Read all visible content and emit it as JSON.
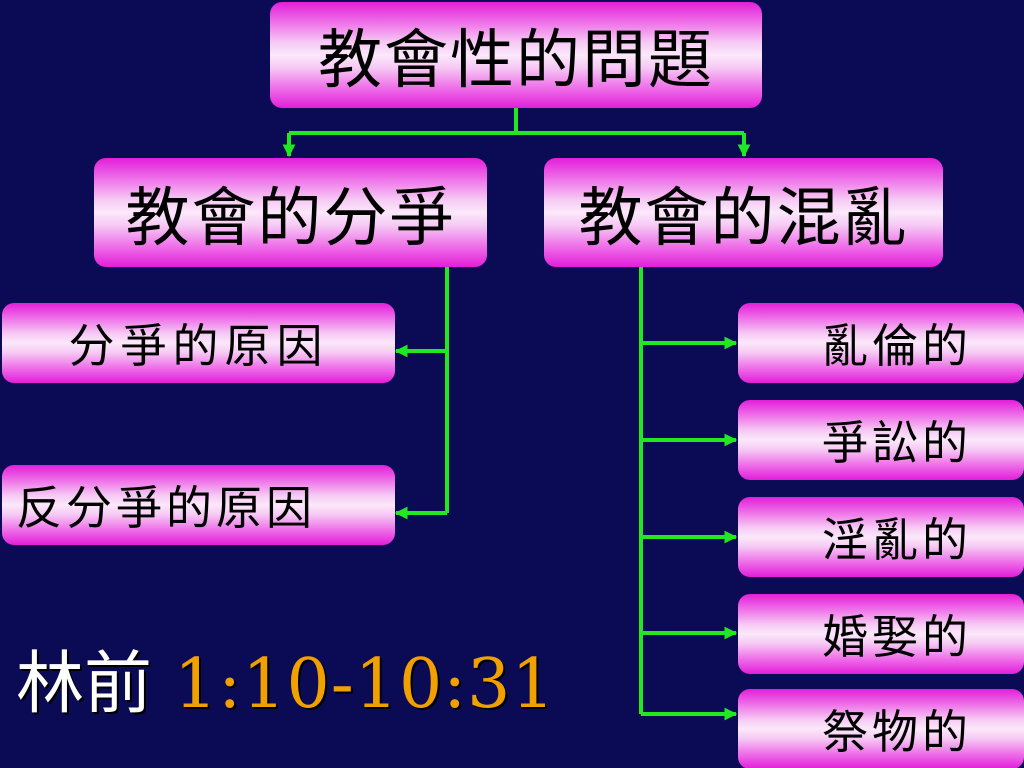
{
  "diagram": {
    "root": {
      "label": "教會性的問題"
    },
    "branches": [
      {
        "label": "教會的分爭",
        "children": [
          {
            "label": "分爭的原因"
          },
          {
            "label": "反分爭的原因"
          }
        ]
      },
      {
        "label": "教會的混亂",
        "children": [
          {
            "label": "亂倫的"
          },
          {
            "label": "爭訟的"
          },
          {
            "label": "淫亂的"
          },
          {
            "label": "婚娶的"
          },
          {
            "label": "祭物的"
          }
        ]
      }
    ]
  },
  "reference": {
    "book": "林前",
    "verses": "1:10-10:31"
  },
  "colors": {
    "background": "#0a0a55",
    "connector": "#22e822",
    "box_edge": "#e21fd9",
    "box_center": "#fbe8fa",
    "reference_book": "#ffffff",
    "reference_verses": "#f0a000"
  }
}
